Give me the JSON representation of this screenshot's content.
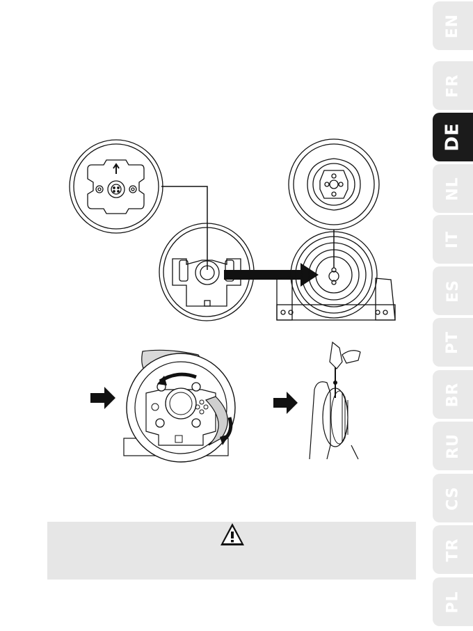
{
  "language_tabs": [
    {
      "code": "EN",
      "active": false
    },
    {
      "code": "FR",
      "active": false
    },
    {
      "code": "DE",
      "active": true
    },
    {
      "code": "NL",
      "active": false
    },
    {
      "code": "IT",
      "active": false
    },
    {
      "code": "ES",
      "active": false
    },
    {
      "code": "PT",
      "active": false
    },
    {
      "code": "BR",
      "active": false
    },
    {
      "code": "RU",
      "active": false
    },
    {
      "code": "CS",
      "active": false
    },
    {
      "code": "TR",
      "active": false
    },
    {
      "code": "PL",
      "active": false
    }
  ],
  "colors": {
    "tab_inactive": "#e9e9e9",
    "tab_active": "#1b1b1b",
    "warning_background": "#e6e6e6"
  },
  "icons": {
    "warning": "warning-triangle-icon"
  }
}
